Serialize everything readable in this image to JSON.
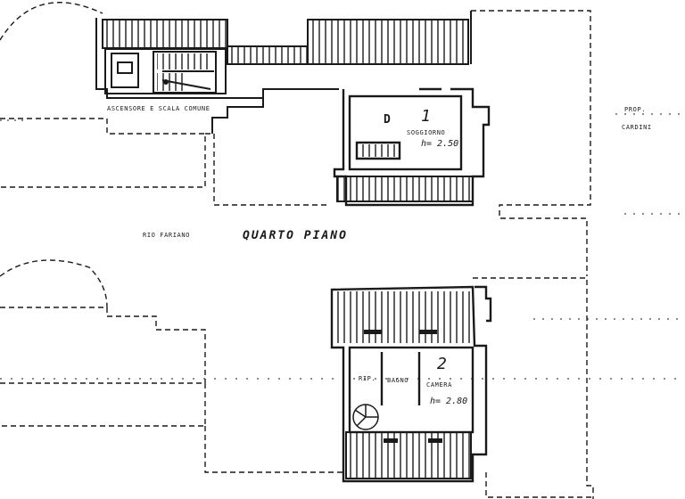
{
  "floor_title": "QUARTO PIANO",
  "street_label": "RIO FARIANO",
  "neighbor_label_line1": "PROP.",
  "neighbor_label_line2": "CARDINI",
  "common_label": "ASCENSORE E SCALA COMUNE",
  "unit1": {
    "letter": "D",
    "number": "1",
    "room_name": "SOGGIORNO",
    "height": "h= 2.50"
  },
  "unit2": {
    "number": "2",
    "room_name": "CAMERA",
    "height": "h= 2.80",
    "storage_label": "RIP.",
    "bath_label": "BAGNO"
  },
  "colors": {
    "ink": "#1a1a1a",
    "paper": "#ffffff"
  }
}
